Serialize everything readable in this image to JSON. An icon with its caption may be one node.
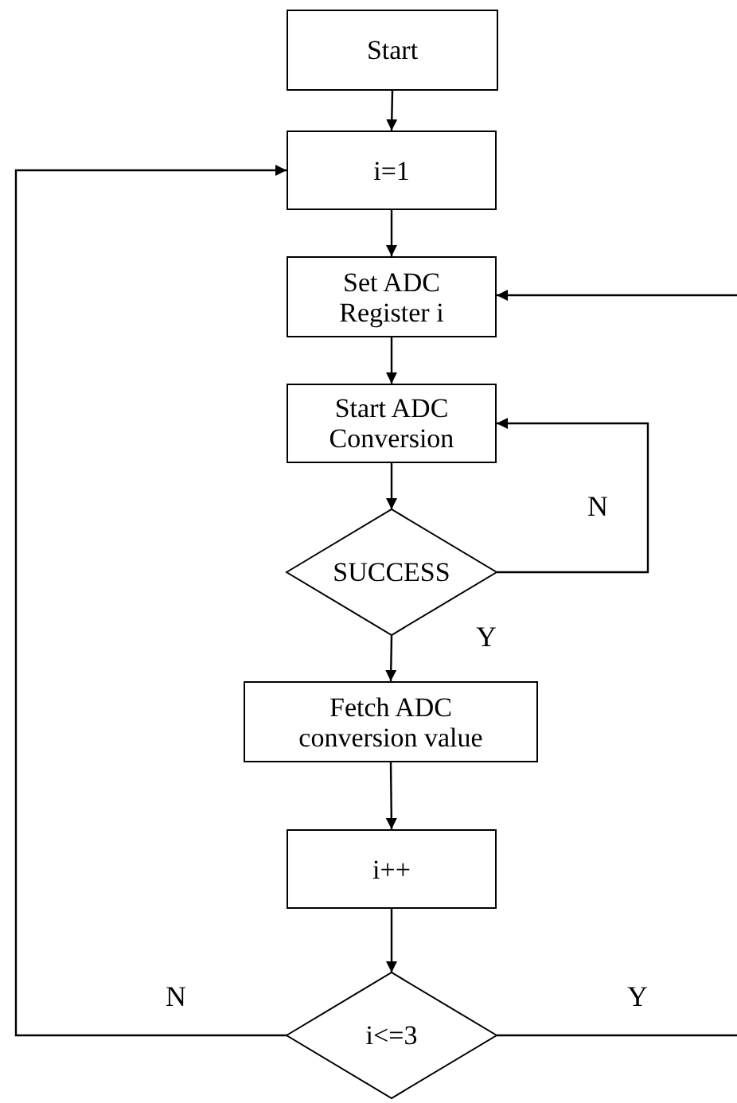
{
  "diagram": {
    "nodes": [
      {
        "text": [
          "Start"
        ]
      },
      {
        "text": [
          "i=1"
        ]
      },
      {
        "text": [
          "Set ADC Register i"
        ]
      },
      {
        "text": [
          "Start ADC Conversion"
        ]
      },
      {
        "text": [
          "SUCCESS"
        ]
      },
      {
        "text": [
          "Fetch ADC conversion value"
        ]
      },
      {
        "text": [
          "i++"
        ]
      },
      {
        "text": [
          "i<=3"
        ]
      }
    ],
    "edges": [
      {
        "from": 0,
        "to": 1,
        "arrow": "to"
      },
      {
        "from": 1,
        "to": 2,
        "arrow": "to"
      },
      {
        "from": 2,
        "to": 3,
        "arrow": "to"
      },
      {
        "from": 3,
        "to": 4,
        "arrow": "to"
      },
      {
        "from": 4,
        "to": 3,
        "label": "N",
        "arrow": "to"
      },
      {
        "from": 4,
        "to": 5,
        "label": "Y",
        "arrow": "to"
      },
      {
        "from": 5,
        "to": 6,
        "arrow": "to"
      },
      {
        "from": 6,
        "to": 7,
        "arrow": "to"
      },
      {
        "from": 7,
        "to": 1,
        "label": "N",
        "arrow": "to"
      },
      {
        "from": 7,
        "to": null,
        "label": "Y",
        "arrow": "none"
      },
      {
        "from": null,
        "to": 2,
        "arrow": "to"
      }
    ]
  }
}
